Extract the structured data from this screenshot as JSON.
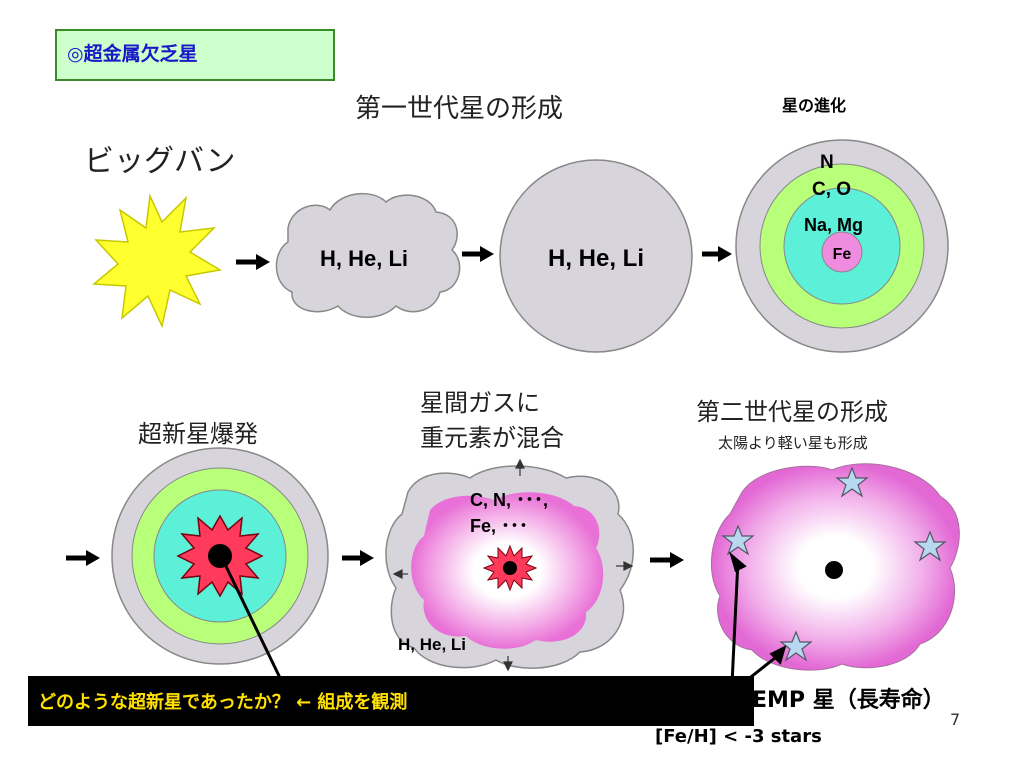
{
  "title_box": {
    "label": "◎超金属欠乏星"
  },
  "labels": {
    "first_gen": "第一世代星の形成",
    "stellar_evolution": "星の進化",
    "big_bang": "ビッグバン",
    "supernova": "超新星爆発",
    "ism_mix_line1": "星間ガスに",
    "ism_mix_line2": "重元素が混合",
    "second_gen": "第二世代星の形成",
    "second_gen_sub": "太陽より軽い星も形成"
  },
  "diagram_text": {
    "cloud_elements": "H, He, Li",
    "star_elements": "H, He, Li",
    "shell_n": "N",
    "shell_co": "C, O",
    "shell_namg": "Na, Mg",
    "core_fe": "Fe",
    "mix_line1": "C, N, ･･･,",
    "mix_line2": "Fe, ･･･",
    "mix_bottom": "H, He, Li"
  },
  "bottom_bar": {
    "text": "どのような超新星であったか？ ← 組成を観測"
  },
  "emp_label": "EMP 星（長寿命）",
  "feh_label": "[Fe/H] < -3 stars",
  "page_number": "7",
  "colors": {
    "title_border": "#3a8a2a",
    "title_bg": "#ccffcc",
    "title_text": "#1818c8",
    "bar_text": "#ffe000",
    "gray_shell": "#d8d4dc",
    "green_shell": "#b8ff7a",
    "cyan_shell": "#5cf0d8",
    "pink_core": "#f08ce0",
    "red_core": "#ff3a5a",
    "burst_yellow": "#ffff30"
  }
}
